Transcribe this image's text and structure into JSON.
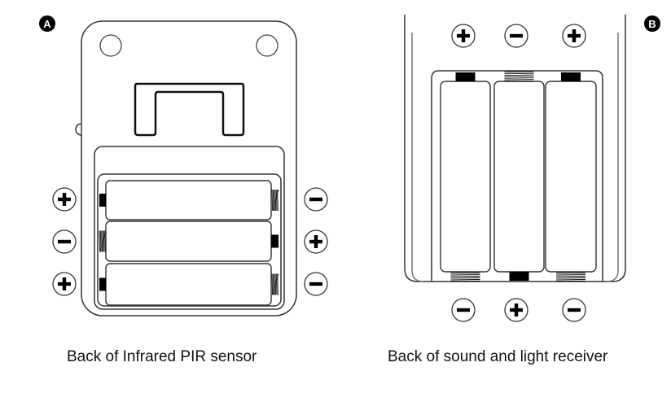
{
  "panels": [
    {
      "id": "A",
      "badge": "A",
      "caption": "Back of Infrared PIR sensor",
      "battery_count": 3,
      "left_polarity": [
        "+",
        "−",
        "+"
      ],
      "right_polarity": [
        "−",
        "+",
        "−"
      ]
    },
    {
      "id": "B",
      "badge": "B",
      "caption": "Back of sound and light receiver",
      "battery_count": 3,
      "top_polarity": [
        "+",
        "−",
        "+"
      ],
      "bottom_polarity": [
        "−",
        "+",
        "−"
      ]
    }
  ],
  "colors": {
    "line": "#333333",
    "ink": "#000000",
    "background": "#ffffff"
  }
}
